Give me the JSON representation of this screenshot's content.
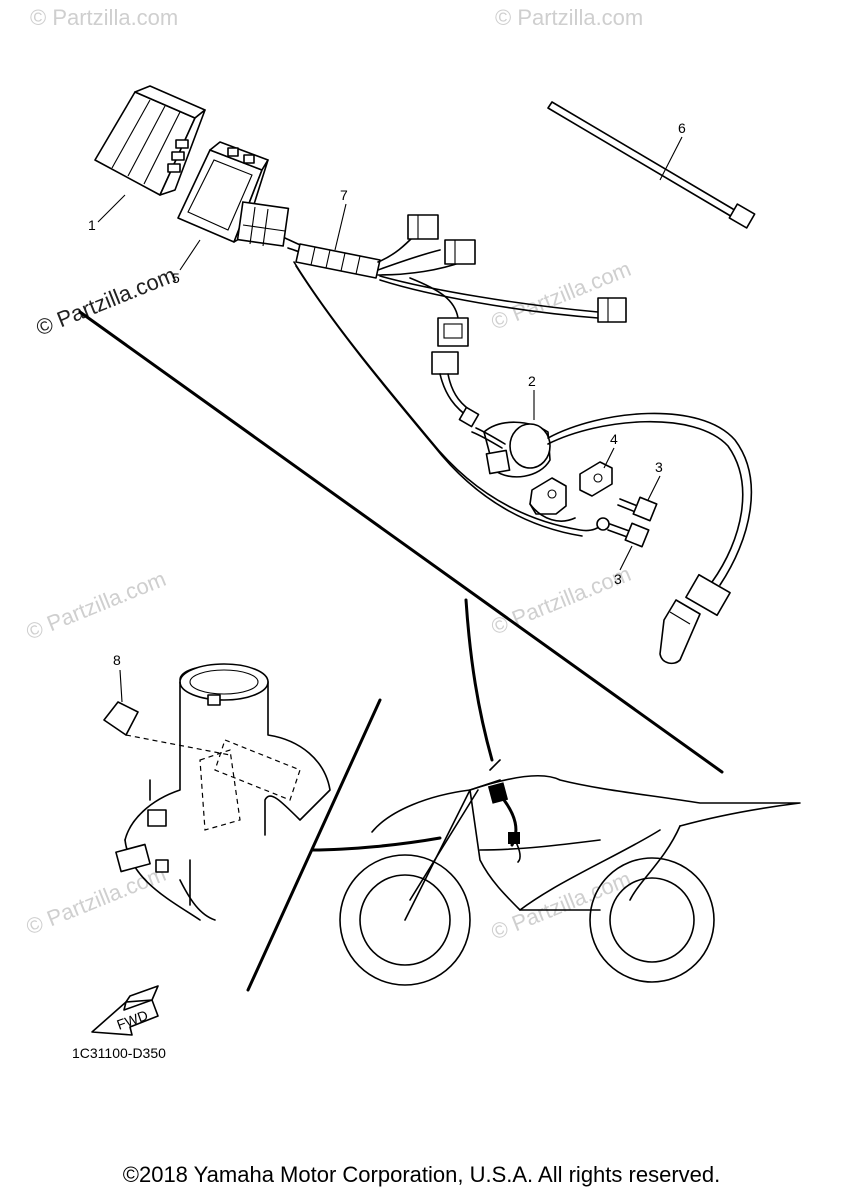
{
  "watermarks": {
    "main": "© Partzilla.com",
    "faded": "© Partzilla.com"
  },
  "callouts": {
    "c1": "1",
    "c2": "2",
    "c3a": "3",
    "c3b": "3",
    "c4": "4",
    "c5": "5",
    "c6": "6",
    "c7": "7",
    "c8": "8"
  },
  "direction_label": "FWD",
  "diagram_code": "1C31100-D350",
  "copyright": "©2018 Yamaha Motor Corporation, U.S.A. All rights reserved.",
  "colors": {
    "ink": "#000000",
    "watermark": "#cfcfcf"
  }
}
